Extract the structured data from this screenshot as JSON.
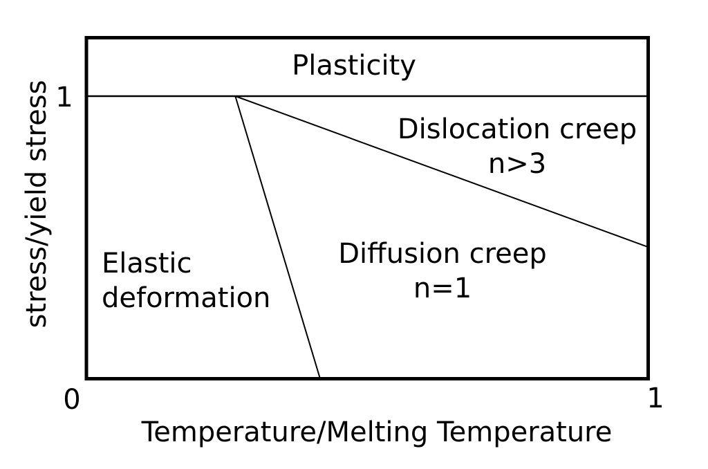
{
  "figure": {
    "background_color": "#ffffff",
    "line_color": "#000000",
    "text_color": "#000000"
  },
  "chart_data": {
    "type": "region-map",
    "title": "",
    "xlabel": "Temperature/Melting Temperature",
    "ylabel": "stress/yield stress",
    "xlim": [
      0,
      1
    ],
    "ylim": [
      0,
      1.21
    ],
    "grid": false,
    "x_ticks": [
      {
        "value": 0,
        "label": "0"
      },
      {
        "value": 1,
        "label": "1"
      }
    ],
    "y_ticks": [
      {
        "value": 1,
        "label": "1"
      }
    ],
    "boundaries": [
      {
        "name": "yield-stress-boundary",
        "points": [
          [
            0,
            1
          ],
          [
            1,
            1
          ]
        ]
      },
      {
        "name": "dislocation-diffusion-boundary",
        "points": [
          [
            0.265,
            1
          ],
          [
            1,
            0.466
          ]
        ]
      },
      {
        "name": "elastic-diffusion-boundary",
        "points": [
          [
            0.265,
            1
          ],
          [
            0.416,
            0
          ]
        ]
      }
    ],
    "regions": [
      {
        "name": "plasticity",
        "label": "Plasticity",
        "sublabel": ""
      },
      {
        "name": "dislocation-creep",
        "label": "Dislocation creep",
        "sublabel": "n>3"
      },
      {
        "name": "diffusion-creep",
        "label": "Diffusion creep",
        "sublabel": "n=1"
      },
      {
        "name": "elastic-deformation",
        "label": "Elastic deformation",
        "sublabel": ""
      }
    ]
  }
}
